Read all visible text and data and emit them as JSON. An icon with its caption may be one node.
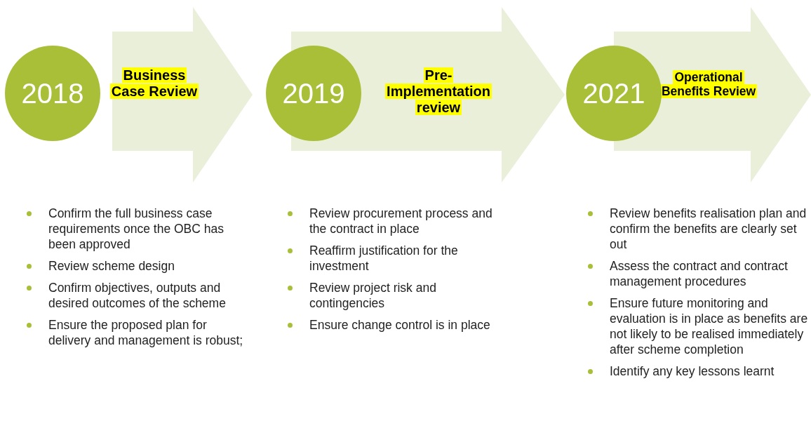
{
  "diagram": {
    "nodes": [
      {
        "text": [
          "Business Case Review"
        ],
        "beside": [
          "Confirm the full business case requirements once the OBC has been approved",
          "Review scheme design",
          "Confirm objectives, outputs and desired outcomes of the scheme",
          "Ensure the proposed plan for delivery and management is robust;"
        ]
      },
      {
        "text": [
          "2018"
        ]
      },
      {
        "text": [
          "Pre-Implementation review"
        ],
        "beside": [
          "Review procurement process and the contract in place",
          "Reaffirm justification for the investment",
          "Review project risk and contingencies",
          "Ensure change control is in place"
        ]
      },
      {
        "text": [
          "2019"
        ]
      },
      {
        "text": [
          "Operational Benefits Review"
        ],
        "beside": [
          "Review benefits realisation plan and confirm the benefits are clearly set out",
          "Assess the contract and contract management procedures",
          "Ensure future monitoring and evaluation is in place as benefits are not likely to be realised immediately after scheme completion",
          "Identify any key lessons learnt"
        ]
      },
      {
        "text": [
          "2021"
        ]
      }
    ]
  }
}
